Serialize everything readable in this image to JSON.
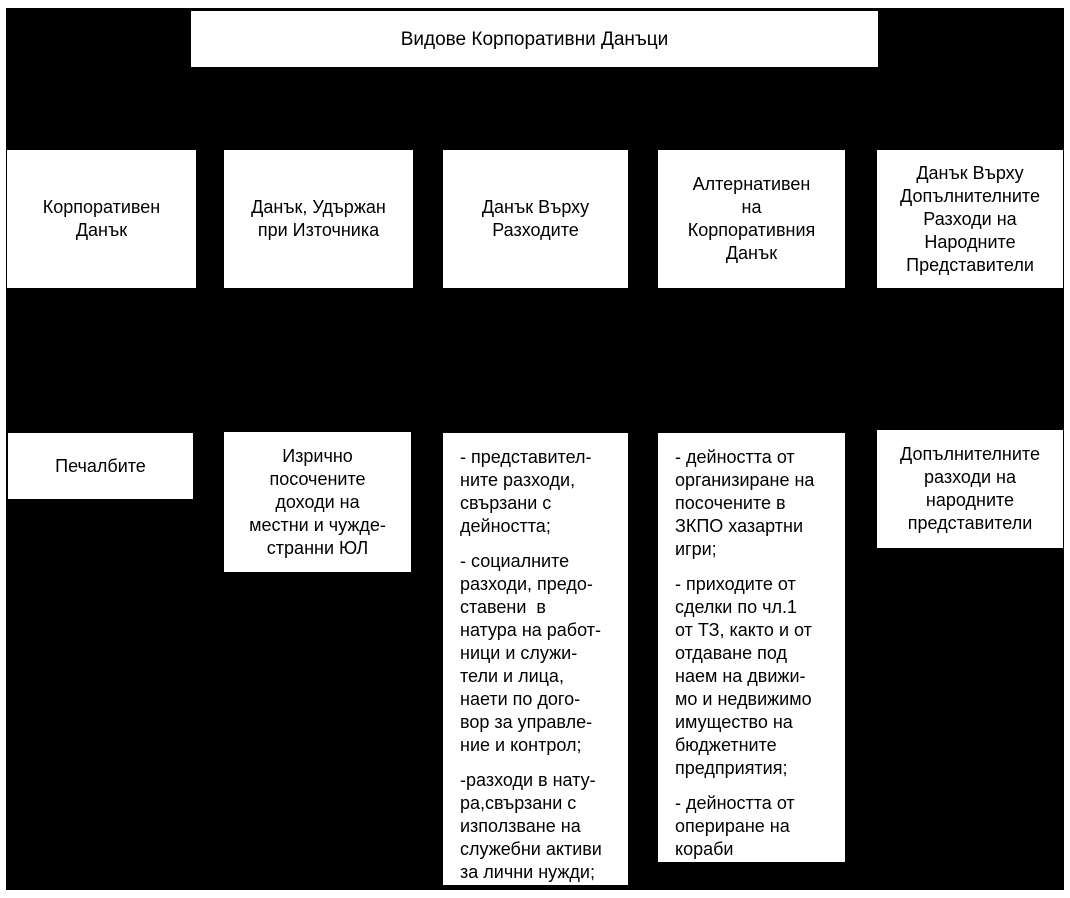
{
  "diagram": {
    "title": "Видове Корпоративни Данъци",
    "colors": {
      "background": "#000000",
      "box_fill": "#ffffff",
      "text": "#000000"
    },
    "columns": [
      {
        "id": "corporate-tax",
        "type_label": "Корпоративен\nДанък",
        "base": [
          "Печалбите"
        ]
      },
      {
        "id": "withholding-tax",
        "type_label": "Данък, Удържан\nпри Източника",
        "base": [
          "Изрично\nпосочените\nдоходи на\nместни и чужде-\nстранни ЮЛ"
        ]
      },
      {
        "id": "expense-tax",
        "type_label": "Данък Върху\nРазходите",
        "base": [
          "- представител-\nните разходи,\nсвързани с\nдейността;",
          "- социалните\nразходи, предо-\nставени  в\nнатура на работ-\nници и служи-\nтели и лица,\nнаети по дого-\nвор за управле-\nние и контрол;",
          "-разходи в нату-\nра,свързани с\nизползване на\nслужебни активи\nза лични нужди;"
        ]
      },
      {
        "id": "alternative-tax",
        "type_label": "Алтернативен\nна\nКорпоративния\nДанък",
        "base": [
          "- дейността от\nорганизиране на\nпосочените в\nЗКПО хазартни\nигри;",
          "- приходите от\nсделки по чл.1\nот ТЗ, както и от\nотдаване под\nнаем на движи-\nмо и недвижимо\nимущество на\nбюджетните\nпредприятия;",
          "- дейността от\nопериране на\nкораби"
        ]
      },
      {
        "id": "mp-expenses-tax",
        "type_label": "Данък Върху\nДопълнителните\nРазходи на\nНародните\nПредставители",
        "base": [
          "Допълнителните\nразходи на\nнародните\nпредставители"
        ]
      }
    ]
  }
}
